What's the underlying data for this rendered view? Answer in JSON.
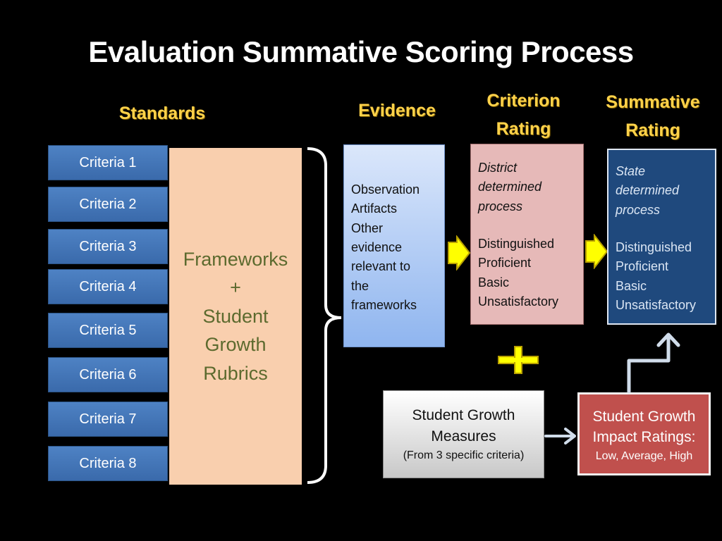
{
  "title": "Evaluation Summative Scoring Process",
  "headers": {
    "standards": "Standards",
    "evidence": "Evidence",
    "criterion_rating": [
      "Criterion",
      "Rating"
    ],
    "summative_rating": [
      "Summative",
      "Rating"
    ]
  },
  "criteria": [
    "Criteria 1",
    "Criteria 2",
    "Criteria 3",
    "Criteria 4",
    "Criteria 5",
    "Criteria 6",
    "Criteria 7",
    "Criteria 8"
  ],
  "frameworks": [
    "Frameworks",
    "+",
    "Student",
    "Growth",
    "Rubrics"
  ],
  "evidence_lines": [
    "Observation",
    "Artifacts",
    "Other",
    "evidence",
    "relevant to",
    "the",
    "frameworks"
  ],
  "criterion_box": {
    "process": [
      "District",
      "determined",
      "process"
    ],
    "levels": [
      "Distinguished",
      "Proficient",
      "Basic",
      "Unsatisfactory"
    ]
  },
  "summative_box": {
    "process": [
      "State",
      "determined",
      "process"
    ],
    "levels": [
      "Distinguished",
      "Proficient",
      "Basic",
      "Unsatisfactory"
    ]
  },
  "plus_sign": "+",
  "student_growth_measures": {
    "title": "Student Growth Measures",
    "note": "(From 3 specific criteria)"
  },
  "student_growth_impact": {
    "title": "Student Growth Impact Ratings:",
    "levels": "Low, Average, High"
  },
  "colors": {
    "header_gold": "#ffd24a",
    "criteria_blue": "#4a7ebf",
    "frameworks_peach": "#f9cfae",
    "evidence_blue": "#a9c6f2",
    "criterion_pink": "#e6b9b8",
    "summative_navy": "#1f497d",
    "impact_red": "#c0504d",
    "arrow_yellow": "#ffff00"
  }
}
